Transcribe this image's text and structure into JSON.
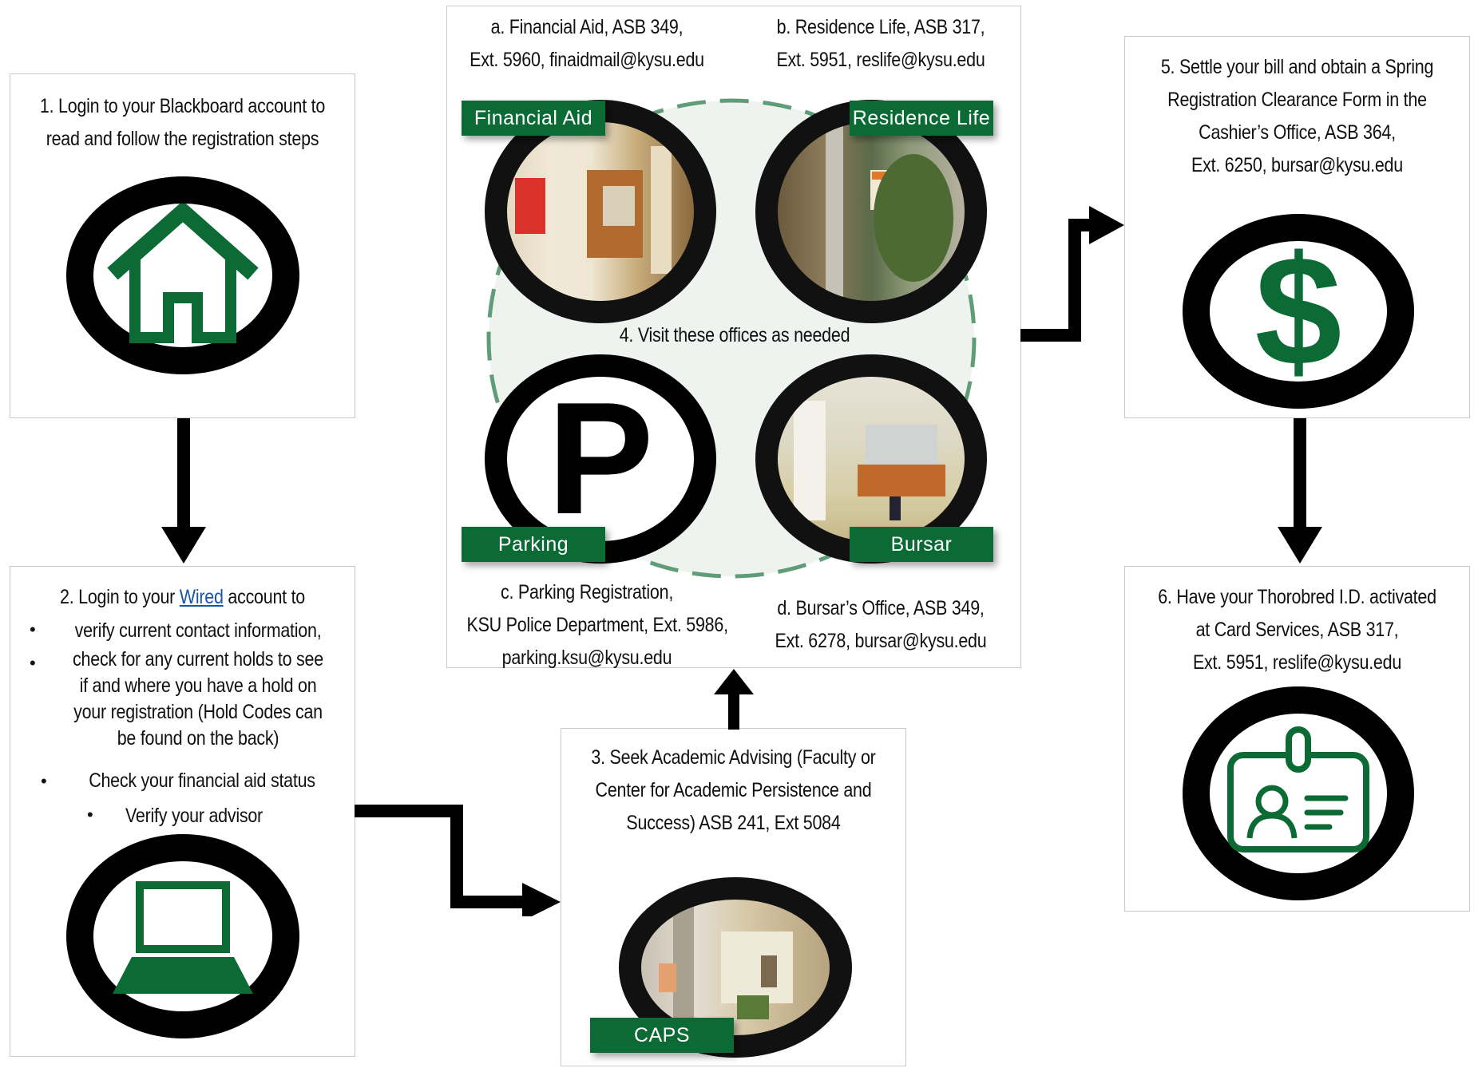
{
  "step1": {
    "lines": [
      "1. Login to your Blackboard account to",
      "read and follow the registration steps"
    ]
  },
  "step2": {
    "intro_prefix": "2. Login to your ",
    "intro_link": "Wired",
    "intro_suffix": " account to",
    "items": [
      "verify current contact information,",
      "check for any current holds to see",
      "if and where you have a hold on",
      "your registration (Hold Codes can",
      "be found on the back)",
      "Check your financial aid status",
      "Verify your advisor"
    ],
    "bullet": "•"
  },
  "step3": {
    "lines": [
      "3. Seek Academic Advising (Faculty or",
      "Center for Academic Persistence and",
      "Success)  ASB 241, Ext 5084"
    ],
    "label": "CAPS"
  },
  "step4": {
    "center": "4. Visit these offices as needed",
    "a": [
      "a. Financial Aid, ASB 349,",
      "Ext. 5960, finaidmail@kysu.edu"
    ],
    "b": [
      "b. Residence Life, ASB 317,",
      "Ext. 5951, reslife@kysu.edu"
    ],
    "c": [
      "c. Parking Registration,",
      "KSU Police Department, Ext. 5986,",
      "parking.ksu@kysu.edu"
    ],
    "d": [
      "d. Bursar’s Office, ASB 349,",
      "Ext. 6278, bursar@kysu.edu"
    ],
    "labels": {
      "fa": "Financial Aid",
      "rl": "Residence Life",
      "pk": "Parking",
      "bs": "Bursar"
    },
    "parking_glyph": "P"
  },
  "step5": {
    "lines": [
      "5. Settle your bill and obtain a Spring",
      "Registration Clearance Form in the",
      "Cashier’s Office, ASB 364,",
      "Ext. 6250, bursar@kysu.edu"
    ],
    "glyph": "$"
  },
  "step6": {
    "lines": [
      "6. Have your Thorobred I.D. activated",
      "at Card Services, ASB 317,",
      "Ext. 5951, reslife@kysu.edu"
    ]
  },
  "colors": {
    "green": "#0c6b35",
    "black": "#000000",
    "circle_fill": "#eef3f0",
    "dash": "#5f9c78"
  },
  "icons": [
    "home-icon",
    "laptop-icon",
    "dollar-icon",
    "id-badge-icon",
    "parking-icon"
  ]
}
